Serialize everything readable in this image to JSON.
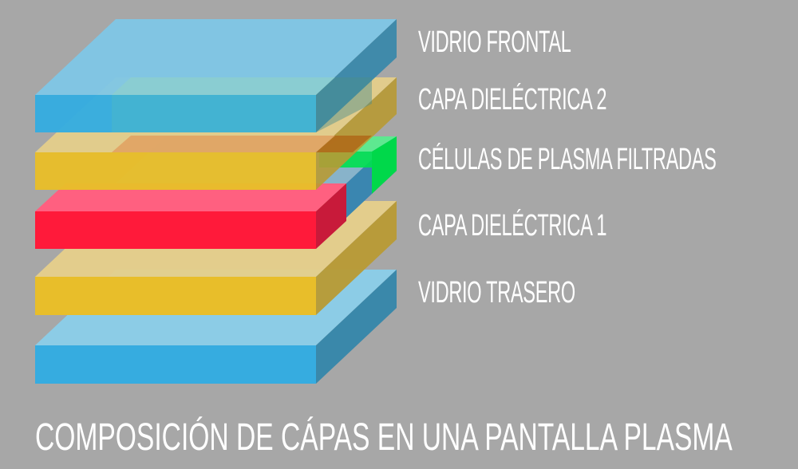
{
  "layers": [
    {
      "label": "VIDRIO FRONTAL",
      "color": "#3ab0dc"
    },
    {
      "label": "CAPA DIELÉCTRICA 2",
      "color": "#e8c02a"
    },
    {
      "label": "CÉLULAS DE PLASMA FILTRADAS",
      "color": "#ff1a3a",
      "cell_colors": [
        "#ff1a3a",
        "#00e050",
        "#3a8adc"
      ]
    },
    {
      "label": "CAPA DIELÉCTRICA 1",
      "color": "#e8c02a"
    },
    {
      "label": "VIDRIO TRASERO",
      "color": "#3ab0dc"
    }
  ],
  "caption": "COMPOSICIÓN DE CÁPAS EN UNA PANTALLA PLASMA"
}
